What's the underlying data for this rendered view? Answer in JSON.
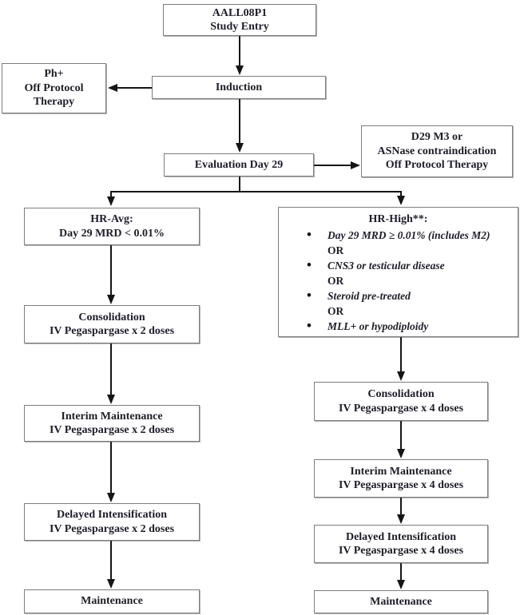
{
  "diagram": {
    "nodes": {
      "study_entry": {
        "lines": [
          "AALL08P1",
          "Study Entry"
        ]
      },
      "ph_off_protocol": {
        "lines": [
          "Ph+",
          "Off Protocol",
          "Therapy"
        ]
      },
      "induction": {
        "label": "Induction"
      },
      "evaluation_day29": {
        "label": "Evaluation Day 29"
      },
      "d29_off_protocol": {
        "lines": [
          "D29 M3 or",
          "ASNase contraindication",
          "Off Protocol Therapy"
        ]
      },
      "hr_avg": {
        "lines": [
          "HR-Avg:",
          "Day 29 MRD < 0.01%"
        ]
      },
      "hr_high": {
        "header": "HR-High**:",
        "or_label": "OR",
        "bullets": [
          "Day 29 MRD ≥ 0.01% (includes M2)",
          "CNS3 or testicular disease",
          "Steroid pre-treated",
          "MLL+ or hypodiploidy"
        ]
      },
      "left_consolidation": {
        "lines": [
          "Consolidation",
          "IV Pegaspargase x 2 doses"
        ]
      },
      "left_interim_maintenance": {
        "lines": [
          "Interim Maintenance",
          "IV Pegaspargase x 2 doses"
        ]
      },
      "left_delayed_intensification": {
        "lines": [
          "Delayed Intensification",
          "IV Pegaspargase x 2 doses"
        ]
      },
      "left_maintenance": {
        "label": "Maintenance"
      },
      "right_consolidation": {
        "lines": [
          "Consolidation",
          "IV Pegaspargase x 4 doses"
        ]
      },
      "right_interim_maintenance": {
        "lines": [
          "Interim Maintenance",
          "IV Pegaspargase x 4 doses"
        ]
      },
      "right_delayed_intensification": {
        "lines": [
          "Delayed Intensification",
          "IV Pegaspargase x 4 doses"
        ]
      },
      "right_maintenance": {
        "label": "Maintenance"
      }
    },
    "colors": {
      "background": "#ffffff",
      "box_border": "#7d7d7d",
      "text": "#1d1d2b",
      "connector": "#151515"
    }
  }
}
